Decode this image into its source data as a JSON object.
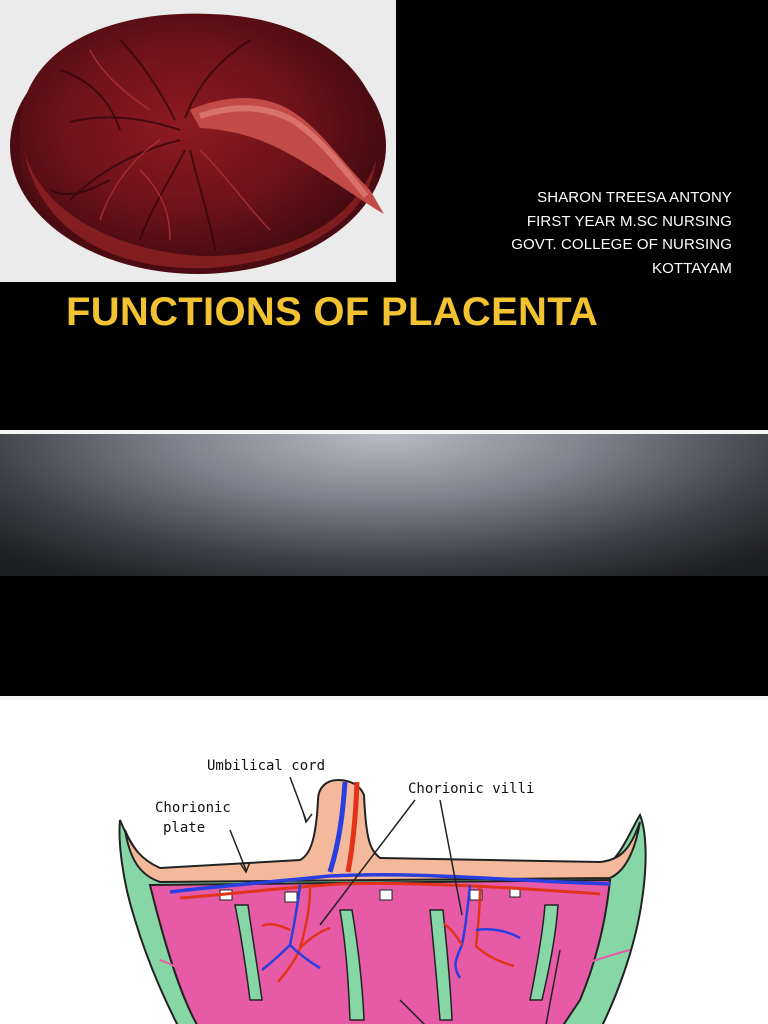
{
  "slide1": {
    "image": "placenta-photo",
    "author_lines": [
      "SHARON TREESA ANTONY",
      "FIRST YEAR M.SC NURSING",
      "GOVT. COLLEGE OF NURSING",
      "KOTTAYAM"
    ],
    "title": "FUNCTIONS OF PLACENTA",
    "colors": {
      "background": "#000000",
      "title": "#f2c230",
      "author": "#ffffff"
    }
  },
  "slide2": {
    "content": ""
  },
  "slide3": {
    "diagram": "placenta-cross-section",
    "labels": {
      "umbilical_cord": "Umbilical cord",
      "chorionic_villi": "Chorionic villi",
      "chorionic_plate_line1": "Chorionic",
      "chorionic_plate_line2": "plate"
    },
    "colors": {
      "artery": "#e2341b",
      "vein": "#2a3fe0",
      "plate": "#f4b99a",
      "decidua": "#e65aa6",
      "outer": "#86d6a6"
    }
  }
}
